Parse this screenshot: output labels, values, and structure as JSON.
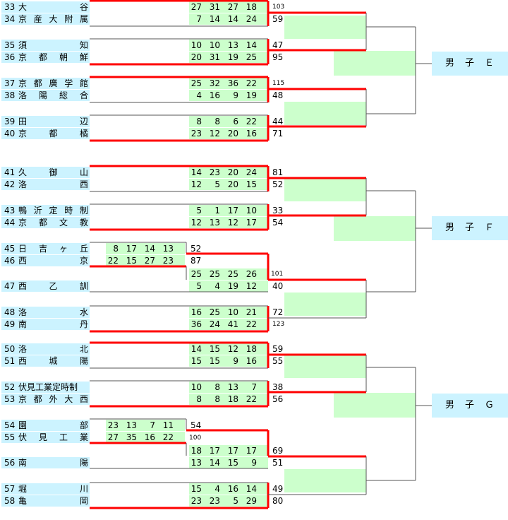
{
  "groups": [
    {
      "label": "男　子　Ｅ",
      "matches": [
        {
          "teams": [
            {
              "no": "33",
              "chars": [
                "大",
                "谷"
              ]
            },
            {
              "no": "34",
              "chars": [
                "京",
                "産",
                "大",
                "附",
                "属"
              ]
            }
          ],
          "scores": [
            [
              27,
              31,
              27,
              18
            ],
            [
              7,
              14,
              14,
              24
            ]
          ],
          "totals": [
            "103",
            "59"
          ]
        },
        {
          "teams": [
            {
              "no": "35",
              "chars": [
                "須",
                "知"
              ]
            },
            {
              "no": "36",
              "chars": [
                "京",
                "都",
                "朝",
                "鮮"
              ]
            }
          ],
          "scores": [
            [
              10,
              10,
              13,
              14
            ],
            [
              20,
              31,
              19,
              25
            ]
          ],
          "totals": [
            "47",
            "95"
          ]
        },
        {
          "teams": [
            {
              "no": "37",
              "chars": [
                "京",
                "都",
                "廣",
                "学",
                "館"
              ]
            },
            {
              "no": "38",
              "chars": [
                "洛",
                "陽",
                "総",
                "合"
              ]
            }
          ],
          "scores": [
            [
              25,
              32,
              36,
              22
            ],
            [
              4,
              16,
              9,
              19
            ]
          ],
          "totals": [
            "115",
            "48"
          ]
        },
        {
          "teams": [
            {
              "no": "39",
              "chars": [
                "田",
                "辺"
              ]
            },
            {
              "no": "40",
              "chars": [
                "京",
                "都",
                "橘"
              ]
            }
          ],
          "scores": [
            [
              8,
              8,
              6,
              22
            ],
            [
              23,
              12,
              20,
              16
            ]
          ],
          "totals": [
            "44",
            "71"
          ]
        }
      ]
    },
    {
      "label": "男　子　Ｆ",
      "matches": [
        {
          "teams": [
            {
              "no": "41",
              "chars": [
                "久",
                "御",
                "山"
              ]
            },
            {
              "no": "42",
              "chars": [
                "洛",
                "西"
              ]
            }
          ],
          "scores": [
            [
              14,
              23,
              20,
              24
            ],
            [
              12,
              5,
              20,
              15
            ]
          ],
          "totals": [
            "81",
            "52"
          ]
        },
        {
          "teams": [
            {
              "no": "43",
              "chars": [
                "鴨",
                "沂",
                "定",
                "時",
                "制"
              ]
            },
            {
              "no": "44",
              "chars": [
                "京",
                "都",
                "文",
                "教"
              ]
            }
          ],
          "scores": [
            [
              5,
              1,
              17,
              10
            ],
            [
              12,
              13,
              12,
              17
            ]
          ],
          "totals": [
            "33",
            "54"
          ]
        },
        {
          "teams": [
            {
              "no": "45",
              "chars": [
                "日",
                "吉",
                "ヶ",
                "丘"
              ]
            },
            {
              "no": "46",
              "chars": [
                "西",
                "京"
              ]
            }
          ],
          "scores": [
            [
              8,
              17,
              14,
              13
            ],
            [
              22,
              15,
              27,
              23
            ]
          ],
          "totals": [
            "52",
            "87"
          ]
        },
        {
          "teams": [
            {
              "no": "46",
              "chars": [
                "西",
                "京"
              ]
            },
            {
              "no": "47",
              "chars": [
                "西",
                "乙",
                "訓"
              ]
            }
          ],
          "scores": [
            [
              25,
              25,
              25,
              26
            ],
            [
              5,
              4,
              19,
              12
            ]
          ],
          "totals": [
            "101",
            "40"
          ]
        },
        {
          "teams": [
            {
              "no": "48",
              "chars": [
                "洛",
                "水"
              ]
            },
            {
              "no": "49",
              "chars": [
                "南",
                "丹"
              ]
            }
          ],
          "scores": [
            [
              16,
              25,
              10,
              21
            ],
            [
              36,
              24,
              41,
              22
            ]
          ],
          "totals": [
            "72",
            "123"
          ]
        }
      ]
    },
    {
      "label": "男　子　Ｇ",
      "matches": [
        {
          "teams": [
            {
              "no": "50",
              "chars": [
                "洛",
                "北"
              ]
            },
            {
              "no": "51",
              "chars": [
                "西",
                "城",
                "陽"
              ]
            }
          ],
          "scores": [
            [
              14,
              15,
              12,
              18
            ],
            [
              15,
              15,
              9,
              16
            ]
          ],
          "totals": [
            "59",
            "55"
          ]
        },
        {
          "teams": [
            {
              "no": "52",
              "chars": [
                "伏見工業定時制"
              ]
            },
            {
              "no": "53",
              "chars": [
                "京",
                "都",
                "外",
                "大",
                "西"
              ]
            }
          ],
          "scores": [
            [
              10,
              8,
              13,
              7
            ],
            [
              8,
              8,
              18,
              22
            ]
          ],
          "totals": [
            "38",
            "56"
          ]
        },
        {
          "teams": [
            {
              "no": "54",
              "chars": [
                "園",
                "部"
              ]
            },
            {
              "no": "55",
              "chars": [
                "伏",
                "見",
                "工",
                "業"
              ]
            }
          ],
          "scores": [
            [
              23,
              13,
              7,
              11
            ],
            [
              27,
              35,
              16,
              22
            ]
          ],
          "totals": [
            "54",
            "100"
          ]
        },
        {
          "teams": [
            {
              "no": "55",
              "chars": [
                "伏",
                "見",
                "工",
                "業"
              ]
            },
            {
              "no": "56",
              "chars": [
                "南",
                "陽"
              ]
            }
          ],
          "scores": [
            [
              18,
              17,
              17,
              17
            ],
            [
              13,
              14,
              15,
              9
            ]
          ],
          "totals": [
            "69",
            "51"
          ]
        },
        {
          "teams": [
            {
              "no": "57",
              "chars": [
                "堀",
                "川"
              ]
            },
            {
              "no": "58",
              "chars": [
                "亀",
                "岡"
              ]
            }
          ],
          "scores": [
            [
              15,
              4,
              16,
              14
            ],
            [
              23,
              23,
              5,
              29
            ]
          ],
          "totals": [
            "49",
            "80"
          ]
        }
      ]
    }
  ]
}
